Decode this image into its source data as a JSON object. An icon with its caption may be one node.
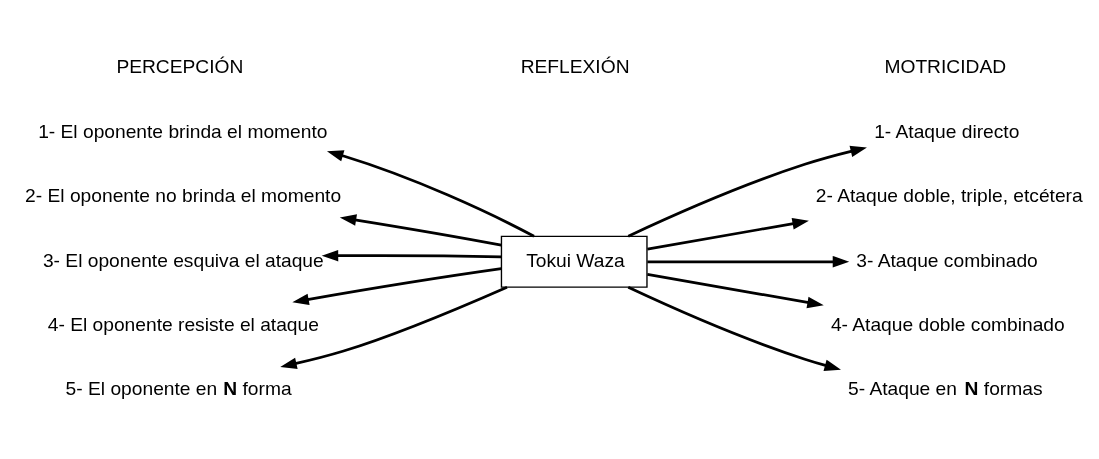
{
  "diagram": {
    "nodes": [
      {
        "text": [
          "Tokui Waza"
        ]
      },
      {
        "text": [
          "1- El oponente brinda el momento"
        ]
      },
      {
        "text": [
          "2- El oponente no brinda el momento"
        ]
      },
      {
        "text": [
          "3- El oponente esquiva el ataque"
        ]
      },
      {
        "text": [
          "4- El oponente resiste el ataque"
        ]
      },
      {
        "text": [
          "5- El oponente en **N** forma"
        ]
      },
      {
        "text": [
          "1- Ataque directo"
        ]
      },
      {
        "text": [
          "2- Ataque doble, triple, etcétera"
        ]
      },
      {
        "text": [
          "3- Ataque combinado"
        ]
      },
      {
        "text": [
          "4- Ataque doble combinado"
        ]
      },
      {
        "text": [
          "5- Ataque en **N** formas"
        ]
      }
    ],
    "edges": [
      {
        "from": 0,
        "to": 1,
        "arrow": "to"
      },
      {
        "from": 0,
        "to": 2,
        "arrow": "to"
      },
      {
        "from": 0,
        "to": 3,
        "arrow": "to"
      },
      {
        "from": 0,
        "to": 4,
        "arrow": "to"
      },
      {
        "from": 0,
        "to": 5,
        "arrow": "to"
      },
      {
        "from": 0,
        "to": 6,
        "arrow": "to"
      },
      {
        "from": 0,
        "to": 7,
        "arrow": "to"
      },
      {
        "from": 0,
        "to": 8,
        "arrow": "to"
      },
      {
        "from": 0,
        "to": 9,
        "arrow": "to"
      },
      {
        "from": 0,
        "to": 10,
        "arrow": "to"
      }
    ],
    "labels": [
      "PERCEPCIÓN",
      "REFLEXIÓN",
      "MOTRICIDAD"
    ]
  }
}
